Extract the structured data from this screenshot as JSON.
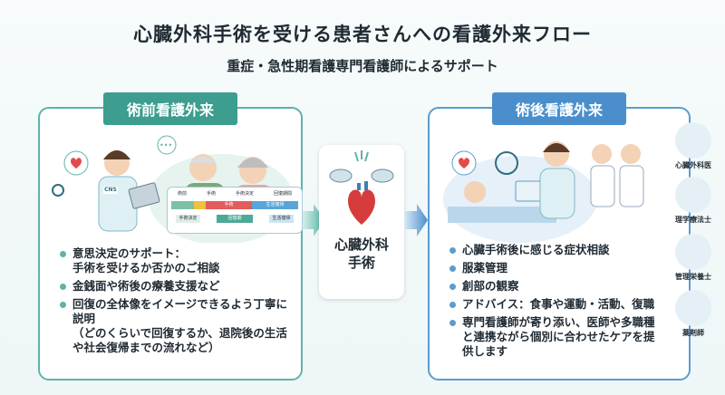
{
  "header": {
    "title": "心臓外科手術を受ける患者さんへの看護外来フロー",
    "subtitle": "重症・急性期看護専門看護師によるサポート"
  },
  "preop": {
    "title": "術前看護外来",
    "badge": "CNS",
    "timeline": {
      "top": [
        "術前",
        "手術",
        "手術決定",
        "回復期間"
      ],
      "bar": [
        "手術",
        "生活復帰"
      ],
      "bottom": [
        "手術決定",
        "回復期",
        "生活復帰"
      ]
    },
    "items": [
      {
        "text": "意思決定のサポート：",
        "sub": "手術を受けるか否かのご相談"
      },
      {
        "text": "金銭面や術後の療養支援など",
        "sub": ""
      },
      {
        "text": "回復の全体像をイメージできるよう丁寧に説明",
        "sub": "（どのくらいで回復するか、退院後の生活や社会復帰までの流れなど）"
      }
    ]
  },
  "surgery": {
    "label": "心臓外科手術"
  },
  "postop": {
    "title": "術後看護外来",
    "items": [
      "心臓手術後に感じる症状相談",
      "服薬管理",
      "創部の観察",
      "アドバイス：食事や運動・活動、復職",
      "専門看護師が寄り添い、医師や多職種と連携ながら個別に合わせたケアを提供します"
    ]
  },
  "staff": [
    "心臓外科医",
    "理学療法士",
    "管理栄養士",
    "薬剤師"
  ],
  "colors": {
    "teal": "#3d9d8f",
    "blue": "#4a8fcc"
  }
}
